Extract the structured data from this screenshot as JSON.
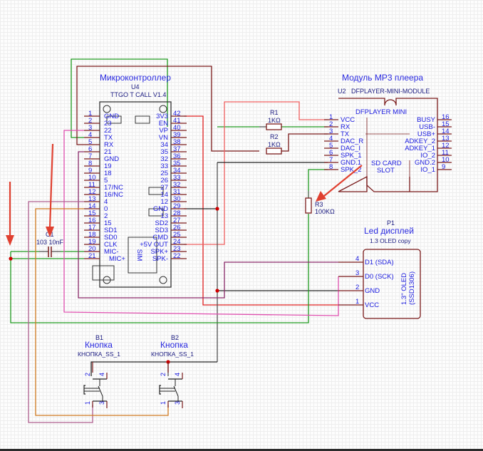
{
  "schematic": {
    "colors": {
      "wire_green": "#1f9a1f",
      "wire_brown": "#7a1a1a",
      "wire_red": "#e02020",
      "wire_pink": "#e050b0",
      "wire_orange": "#d07a20",
      "wire_purple": "#8a2a6a",
      "wire_black": "#222222",
      "pin": "#7a1a1a",
      "text": "#1a1adf",
      "junction": "#d00000",
      "arrow": "#e04030"
    },
    "mcu": {
      "title": "Микроконтроллер",
      "ref": "U4",
      "model": "TTGO T CALL V1.4",
      "sim_label": "SIM",
      "left_pins": [
        {
          "num": "1",
          "name": "GND"
        },
        {
          "num": "2",
          "name": "23"
        },
        {
          "num": "3",
          "name": "22"
        },
        {
          "num": "4",
          "name": "TX"
        },
        {
          "num": "5",
          "name": "RX"
        },
        {
          "num": "6",
          "name": "21"
        },
        {
          "num": "7",
          "name": "GND"
        },
        {
          "num": "8",
          "name": "19"
        },
        {
          "num": "9",
          "name": "18"
        },
        {
          "num": "10",
          "name": "5"
        },
        {
          "num": "11",
          "name": "17/NC"
        },
        {
          "num": "12",
          "name": "16/NC"
        },
        {
          "num": "13",
          "name": "4"
        },
        {
          "num": "14",
          "name": "0"
        },
        {
          "num": "15",
          "name": "2"
        },
        {
          "num": "16",
          "name": "15"
        },
        {
          "num": "17",
          "name": "SD1"
        },
        {
          "num": "18",
          "name": "SD0"
        },
        {
          "num": "19",
          "name": "CLK"
        },
        {
          "num": "20",
          "name": "MIC-"
        },
        {
          "num": "21",
          "name": "MIC+"
        }
      ],
      "right_pins": [
        {
          "num": "42",
          "name": "3V3"
        },
        {
          "num": "41",
          "name": "EN"
        },
        {
          "num": "40",
          "name": "VP"
        },
        {
          "num": "39",
          "name": "VN"
        },
        {
          "num": "38",
          "name": "34"
        },
        {
          "num": "37",
          "name": "35"
        },
        {
          "num": "36",
          "name": "32"
        },
        {
          "num": "35",
          "name": "33"
        },
        {
          "num": "34",
          "name": "25"
        },
        {
          "num": "33",
          "name": "26"
        },
        {
          "num": "32",
          "name": "27"
        },
        {
          "num": "31",
          "name": "14"
        },
        {
          "num": "30",
          "name": "12"
        },
        {
          "num": "29",
          "name": "GND"
        },
        {
          "num": "28",
          "name": "13"
        },
        {
          "num": "27",
          "name": "SD2"
        },
        {
          "num": "26",
          "name": "SD3"
        },
        {
          "num": "25",
          "name": "CMD"
        },
        {
          "num": "24",
          "name": "+5V OUT"
        },
        {
          "num": "23",
          "name": "SPK+"
        },
        {
          "num": "22",
          "name": "SPK-"
        }
      ]
    },
    "mp3": {
      "title": "Модуль MP3 плеера",
      "ref": "U2",
      "model": "DFPLAYER-MINI-MODULE",
      "inner_title": "DFPLAYER MINI",
      "sd_label_1": "SD CARD",
      "sd_label_2": "SLOT",
      "left_pins": [
        {
          "num": "1",
          "name": "VCC"
        },
        {
          "num": "2",
          "name": "RX"
        },
        {
          "num": "3",
          "name": "TX"
        },
        {
          "num": "4",
          "name": "DAC_R"
        },
        {
          "num": "5",
          "name": "DAC_I"
        },
        {
          "num": "6",
          "name": "SPK_1"
        },
        {
          "num": "7",
          "name": "GND.1"
        },
        {
          "num": "8",
          "name": "SPK_2"
        }
      ],
      "right_pins": [
        {
          "num": "16",
          "name": "BUSY"
        },
        {
          "num": "15",
          "name": "USB-"
        },
        {
          "num": "14",
          "name": "USB+"
        },
        {
          "num": "13",
          "name": "ADKEY_2"
        },
        {
          "num": "12",
          "name": "ADKEY_1"
        },
        {
          "num": "11",
          "name": "IO_2"
        },
        {
          "num": "10",
          "name": "GND.2"
        },
        {
          "num": "9",
          "name": "IO_1"
        }
      ]
    },
    "resistors": [
      {
        "ref": "R1",
        "value": "1KΩ"
      },
      {
        "ref": "R2",
        "value": "1KΩ"
      },
      {
        "ref": "R3",
        "value": "100KΩ"
      }
    ],
    "capacitor": {
      "ref": "C1",
      "value": "103 10nF"
    },
    "oled": {
      "ref": "P1",
      "title": "Led дисплей",
      "model": "1.3 OLED copy",
      "side_label_1": "1.3\" OLED",
      "side_label_2": "(SSD1306)",
      "pins": [
        {
          "num": "4",
          "name": "D1 (SDA)"
        },
        {
          "num": "3",
          "name": "D0 (SCK)"
        },
        {
          "num": "2",
          "name": "GND"
        },
        {
          "num": "1",
          "name": "VCC"
        }
      ]
    },
    "buttons": [
      {
        "ref": "B1",
        "title": "Кнопка",
        "model": "КНОПКА_SS_1",
        "pins": [
          "2",
          "4",
          "1",
          "3"
        ]
      },
      {
        "ref": "B2",
        "title": "Кнопка",
        "model": "КНОПКА_SS_1",
        "pins": [
          "2",
          "4",
          "1",
          "3"
        ]
      }
    ]
  }
}
